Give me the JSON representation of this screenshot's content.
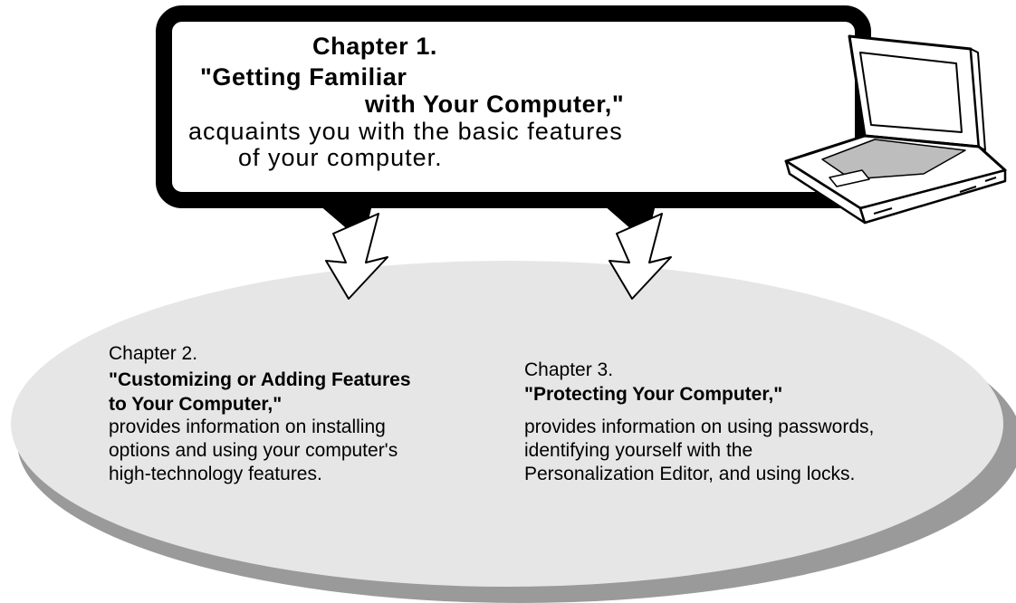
{
  "chapter1": {
    "heading": "Chapter 1.",
    "title_line1": "\"Getting Familiar",
    "title_line2": "with Your Computer,\"",
    "desc_line1": "acquaints you with the basic features",
    "desc_line2": "of your computer."
  },
  "chapter2": {
    "heading": "Chapter 2.",
    "title_line1": "\"Customizing or Adding Features",
    "title_line2": "to Your Computer,\"",
    "desc_line1": "provides information on installing",
    "desc_line2": "options and using your computer's",
    "desc_line3": "high-technology features."
  },
  "chapter3": {
    "heading": "Chapter 3.",
    "title_line1": "\"Protecting Your Computer,\"",
    "desc_line1": "provides information on using passwords,",
    "desc_line2": "identifying yourself with the",
    "desc_line3": "Personalization Editor, and using locks."
  },
  "colors": {
    "ellipse_fill": "#e6e6e6",
    "ellipse_shadow": "#9a9a9a",
    "callout_border": "#000000",
    "ink": "#000000"
  },
  "icons": [
    "laptop-illustration",
    "down-arrow-icon"
  ]
}
